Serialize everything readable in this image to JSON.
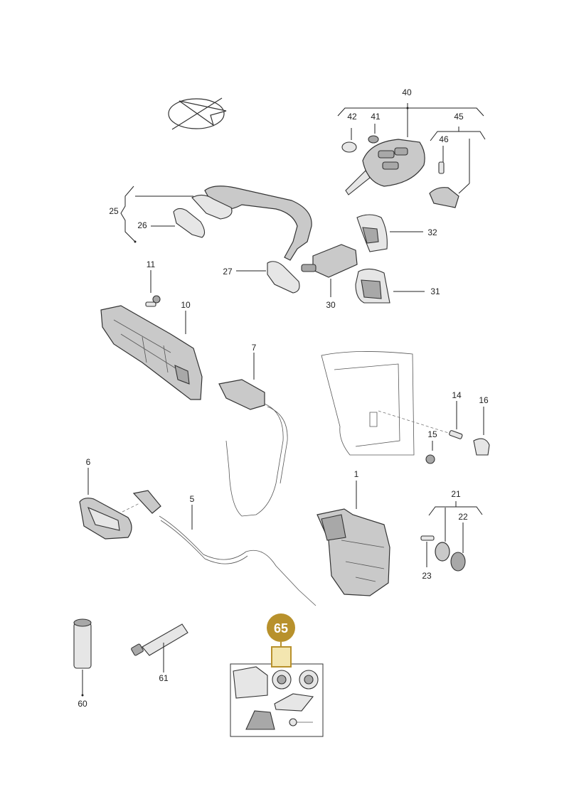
{
  "callouts": {
    "p1": "1",
    "p5": "5",
    "p6": "6",
    "p7": "7",
    "p10": "10",
    "p11": "11",
    "p14": "14",
    "p15": "15",
    "p16": "16",
    "p21": "21",
    "p22": "22",
    "p23": "23",
    "p25": "25",
    "p26": "26",
    "p27": "27",
    "p30": "30",
    "p31": "31",
    "p32": "32",
    "p40": "40",
    "p41": "41",
    "p42": "42",
    "p45": "45",
    "p46": "46",
    "p60": "60",
    "p61": "61",
    "p65": "65"
  },
  "colors": {
    "badge_fill": "#b8912c",
    "badge_highlight": "#f3e6b0",
    "line": "#222222"
  }
}
